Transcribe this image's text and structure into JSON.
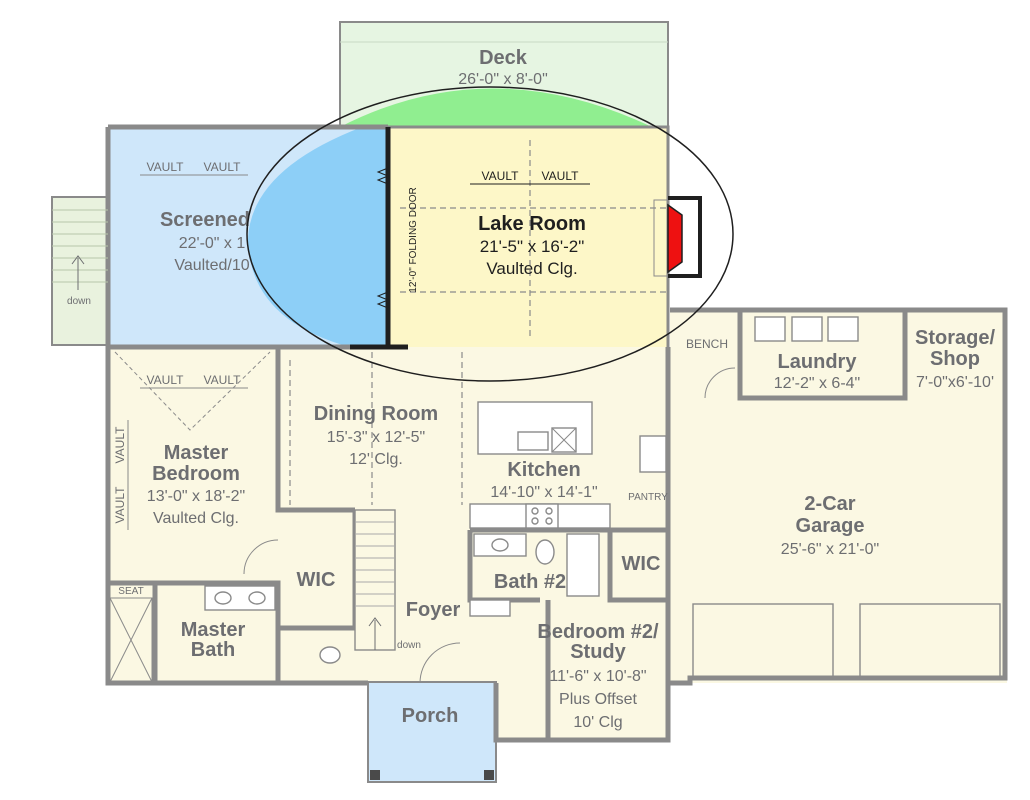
{
  "colors": {
    "floor": "#fbf8e3",
    "deck": "#e6f5e2",
    "deck_highlight": "#90ee90",
    "screened": "#cfe7fa",
    "screened_highlight": "#8dcff7",
    "lake_room": "#fdf7c8",
    "porch": "#cfe7fa",
    "stairs": "#e9f2de",
    "fireplace": "#ee1111",
    "wall": "#8a8a8a",
    "label": "#6d6e71",
    "highlight_label": "#1f1f1f"
  },
  "rooms": {
    "deck": {
      "name": "Deck",
      "dims": "26'-0\" x 8'-0\""
    },
    "screened": {
      "name": "Screened",
      "dims": "22'-0\" x 1",
      "ceiling": "Vaulted/10",
      "vault_left": "VAULT",
      "vault_right": "VAULT"
    },
    "lake_room": {
      "name": "Lake Room",
      "dims": "21'-5\" x 16'-2\"",
      "ceiling": "Vaulted Clg.",
      "vault_left": "VAULT",
      "vault_right": "VAULT",
      "folding_door": "12'-0\" FOLDING DOOR"
    },
    "dining": {
      "name": "Dining Room",
      "dims": "15'-3\" x 12'-5\"",
      "ceiling": "12' Clg."
    },
    "kitchen": {
      "name": "Kitchen",
      "dims": "14'-10\" x 14'-1\"",
      "pantry": "PANTRY"
    },
    "master_bedroom": {
      "name_line1": "Master",
      "name_line2": "Bedroom",
      "dims": "13'-0\" x 18'-2\"",
      "ceiling": "Vaulted Clg.",
      "vault_left": "VAULT",
      "vault_right": "VAULT",
      "vault_vert_top": "VAULT",
      "vault_vert_bottom": "VAULT"
    },
    "master_bath": {
      "name_line1": "Master",
      "name_line2": "Bath",
      "seat": "SEAT"
    },
    "wic_master": {
      "name": "WIC"
    },
    "wic_second": {
      "name": "WIC"
    },
    "foyer": {
      "name": "Foyer",
      "stairs_label": "down"
    },
    "bath2": {
      "name": "Bath #2"
    },
    "bedroom2": {
      "name_line1": "Bedroom #2/",
      "name_line2": "Study",
      "dims": "11'-6\" x 10'-8\"",
      "note1": "Plus Offset",
      "note2": "10' Clg"
    },
    "laundry": {
      "name": "Laundry",
      "dims": "12'-2\" x 6-4\"",
      "bench": "BENCH"
    },
    "storage": {
      "name_line1": "Storage/",
      "name_line2": "Shop",
      "dims": "7'-0\"x6'-10'"
    },
    "garage": {
      "name_line1": "2-Car",
      "name_line2": "Garage",
      "dims": "25'-6\" x 21'-0\""
    },
    "porch": {
      "name": "Porch"
    },
    "side_stairs": {
      "label": "down"
    }
  }
}
